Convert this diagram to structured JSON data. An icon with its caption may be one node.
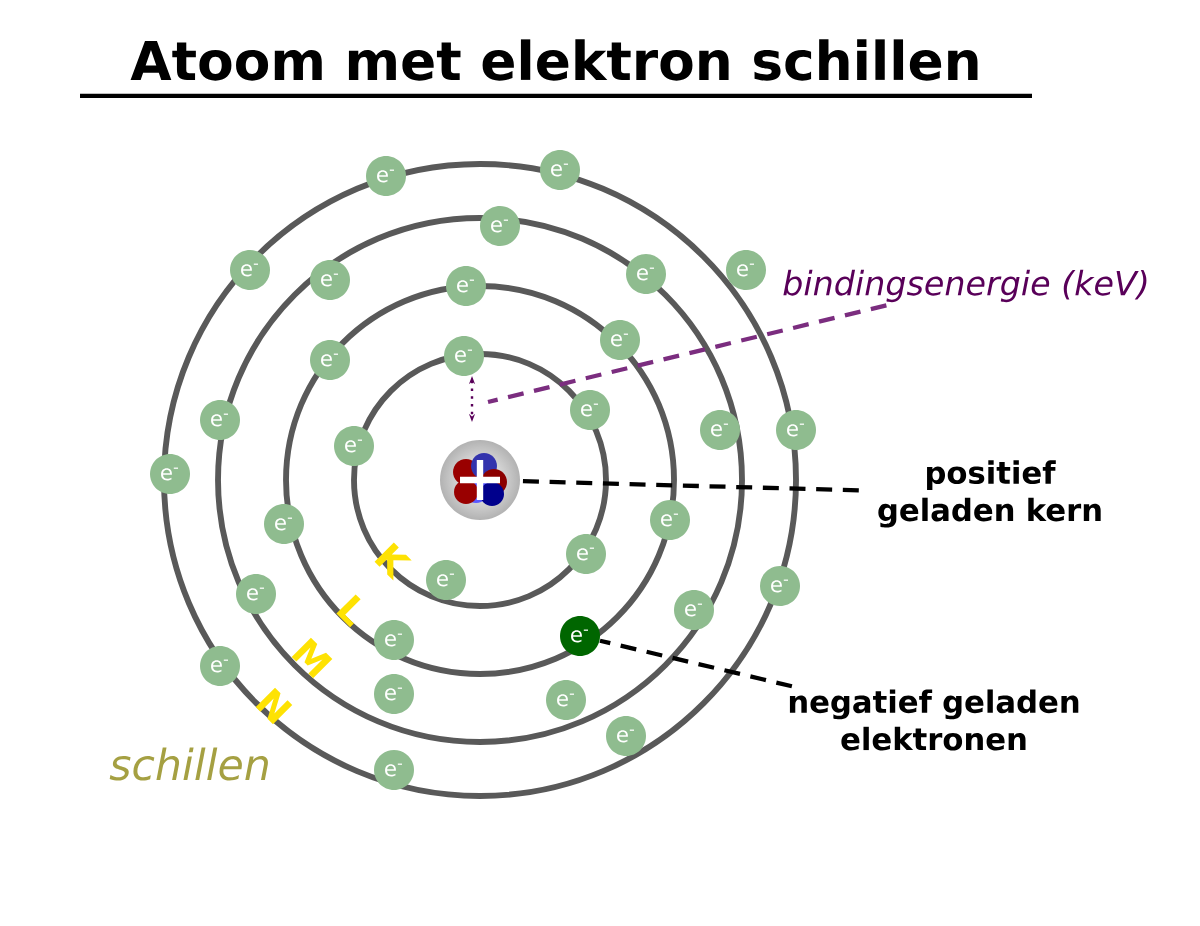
{
  "diagram": {
    "title": "Atoom met elektron schillen",
    "nodes": [
      {
        "text": [
          "positief geladen kern"
        ]
      },
      {
        "text": [],
        "shape": "circle"
      },
      {
        "text": [
          "negatief geladen elektronen"
        ]
      },
      {
        "text": [
          "e$^{-}$"
        ]
      },
      {
        "text": [
          "bindingsenergie (keV)"
        ]
      }
    ],
    "edges": [
      {
        "from": 0,
        "to": 1,
        "arrow": "none",
        "style": "dashed"
      },
      {
        "from": 2,
        "to": 3,
        "arrow": "none",
        "style": "dashed"
      },
      {
        "from": 4,
        "to": null,
        "arrow": "none",
        "style": "dashed",
        "color": "#7b2d7f"
      }
    ],
    "labels": [
      "K",
      "L",
      "M",
      "N",
      "schillen",
      "e$^{-}$",
      "e$^{-}$",
      "e$^{-}$",
      "e$^{-}$",
      "e$^{-}$",
      "e$^{-}$",
      "e$^{-}$",
      "e$^{-}$",
      "e$^{-}$",
      "e$^{-}$",
      "e$^{-}$",
      "e$^{-}$",
      "e$^{-}$",
      "e$^{-}$",
      "e$^{-}$",
      "e$^{-}$",
      "e$^{-}$",
      "e$^{-}$",
      "e$^{-}$",
      "e$^{-}$",
      "e$^{-}$",
      "e$^{-}$",
      "e$^{-}$",
      "e$^{-}$",
      "e$^{-}$",
      "e$^{-}$",
      "e$^{-}$",
      "e$^{-}$",
      "e$^{-}$",
      "e$^{-}$"
    ]
  }
}
